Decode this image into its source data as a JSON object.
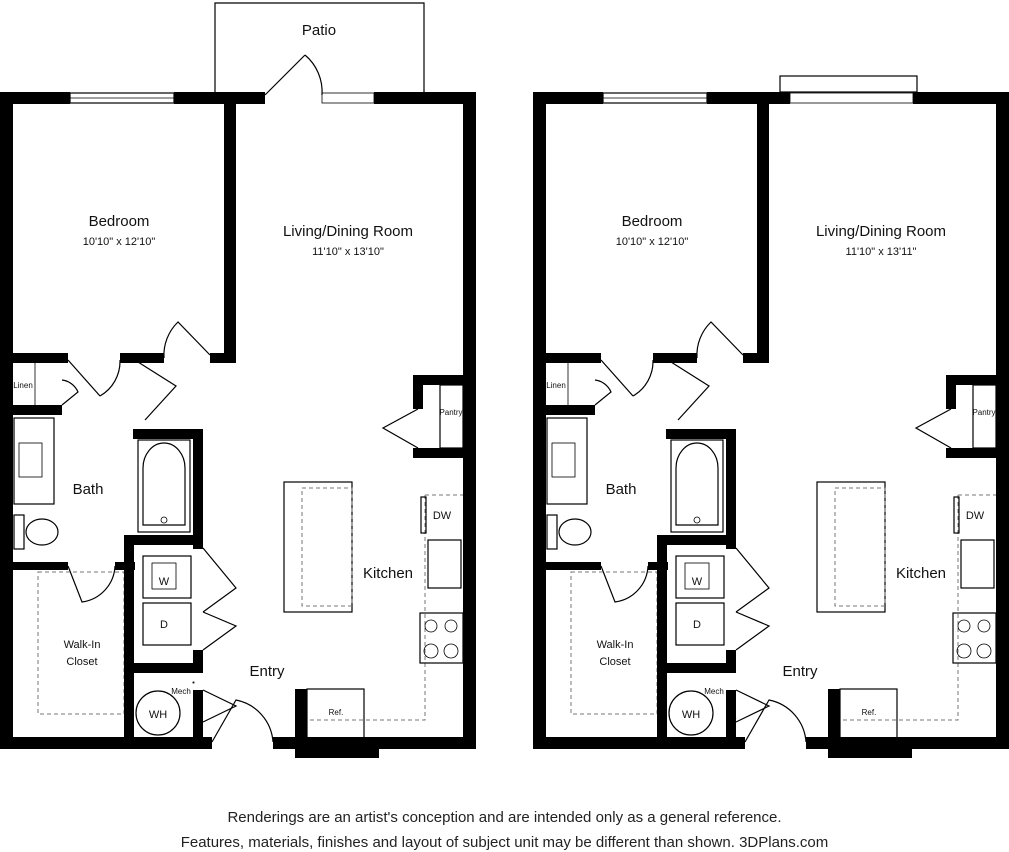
{
  "plans": [
    {
      "patio": "Patio",
      "bedroom": {
        "label": "Bedroom",
        "size": "10'10\" x 12'10\""
      },
      "living": {
        "label": "Living/Dining Room",
        "size": "11'10\" x 13'10\""
      },
      "bath": "Bath",
      "linen": "Linen",
      "pantry": "Pantry",
      "dw": "DW",
      "kitchen": "Kitchen",
      "washer": "W",
      "dryer": "D",
      "closet": [
        "Walk-In",
        "Closet"
      ],
      "entry": "Entry",
      "mech": "Mech",
      "wh": "WH",
      "ref": "Ref."
    },
    {
      "patio": "",
      "bedroom": {
        "label": "Bedroom",
        "size": "10'10\" x 12'10\""
      },
      "living": {
        "label": "Living/Dining Room",
        "size": "11'10\" x 13'11\""
      },
      "bath": "Bath",
      "linen": "Linen",
      "pantry": "Pantry",
      "dw": "DW",
      "kitchen": "Kitchen",
      "washer": "W",
      "dryer": "D",
      "closet": [
        "Walk-In",
        "Closet"
      ],
      "entry": "Entry",
      "mech": "Mech",
      "wh": "WH",
      "ref": "Ref."
    }
  ],
  "disclaimer": {
    "line1": "Renderings are an artist's conception and are intended only as a general reference.",
    "line2": "Features, materials, finishes and layout of subject unit may be different than shown. 3DPlans.com"
  }
}
